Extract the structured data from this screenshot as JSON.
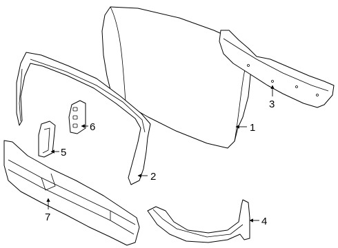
{
  "diagram": {
    "labels": {
      "p1": "1",
      "p2": "2",
      "p3": "3",
      "p4": "4",
      "p5": "5",
      "p6": "6",
      "p7": "7"
    },
    "colors": {
      "line": "#000000",
      "background": "#ffffff"
    }
  }
}
